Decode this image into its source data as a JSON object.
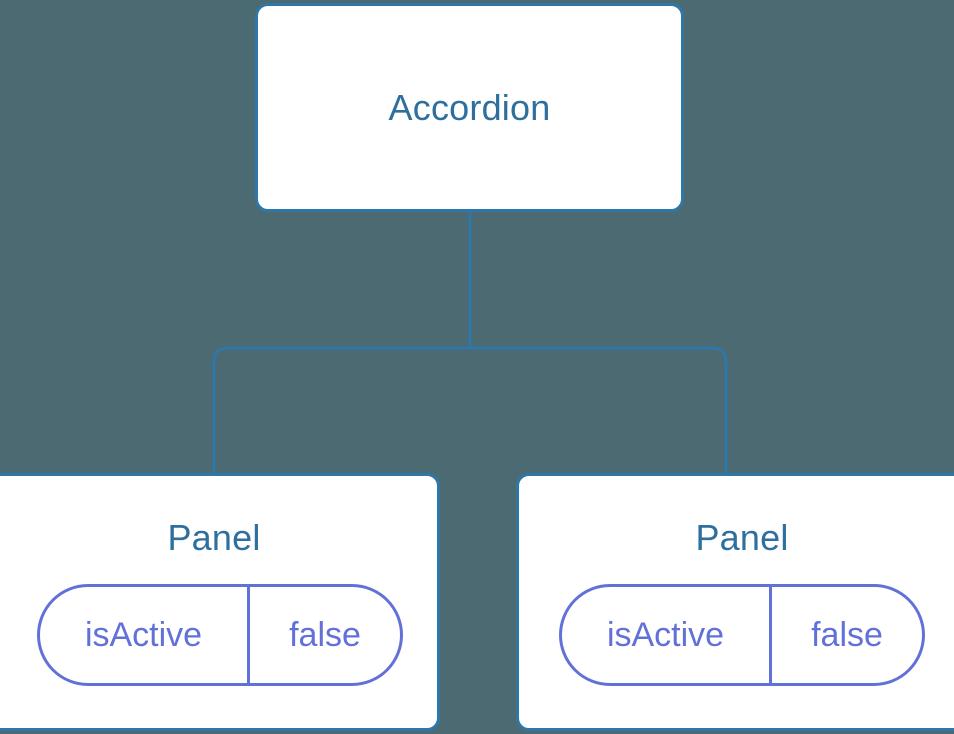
{
  "diagram": {
    "type": "component-tree",
    "background_color": "#4c6a72",
    "node_border_color": "#2e77a8",
    "node_fill_color": "#ffffff",
    "title_color": "#2e6f9e",
    "prop_color": "#6271d8",
    "edge_color": "#2e77a8",
    "root": {
      "label": "Accordion"
    },
    "children": [
      {
        "label": "Panel",
        "prop": {
          "key": "isActive",
          "value": "false"
        }
      },
      {
        "label": "Panel",
        "prop": {
          "key": "isActive",
          "value": "false"
        }
      }
    ]
  }
}
